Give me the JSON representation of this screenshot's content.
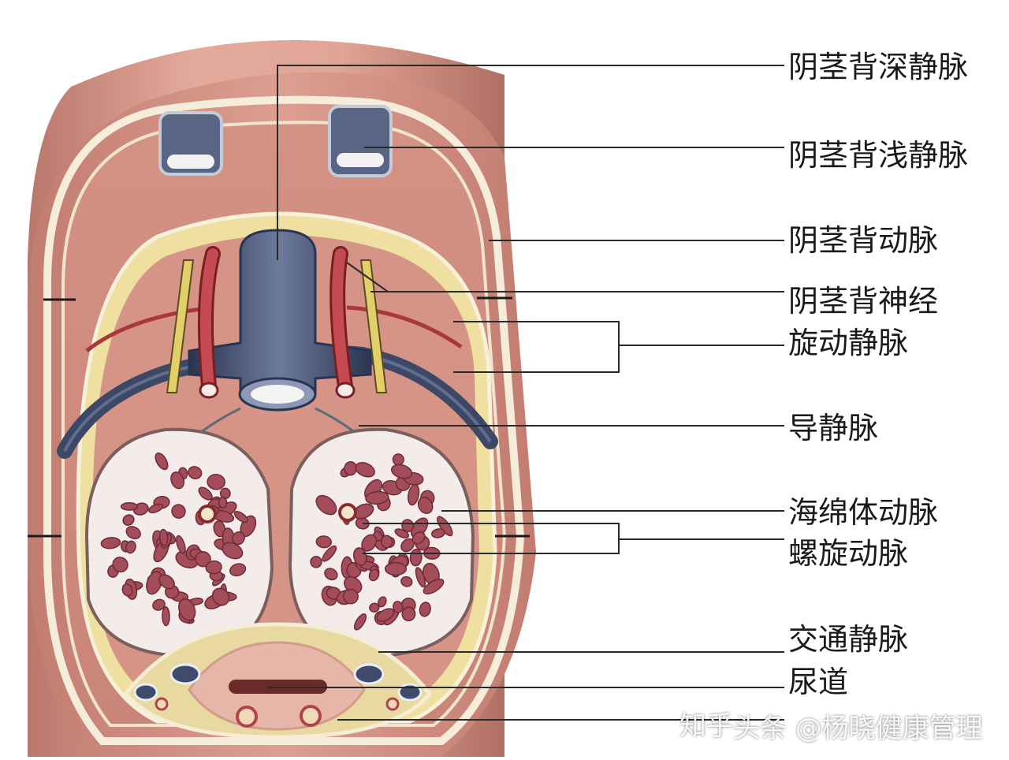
{
  "labels": {
    "deep_dorsal_vein": "阴茎背深静脉",
    "superficial_dorsal_vein": "阴茎背浅静脉",
    "dorsal_artery": "阴茎背动脉",
    "dorsal_nerve": "阴茎背神经",
    "circumflex_vein": "旋动静脉",
    "emissary_vein": "导静脉",
    "cavernous_artery": "海绵体动脉",
    "helicine_artery": "螺旋动脉",
    "communicating_vein": "交通静脉",
    "urethra": "尿道"
  },
  "watermarks": {
    "zhihu": "知乎",
    "toutiao": "头条 @杨晓健康管理"
  },
  "colors": {
    "skin": "#c9867a",
    "fascia_line": "#f3ead6",
    "yellow_fat": "#efe0a2",
    "vein_blue": "#3f4b6c",
    "artery_red": "#b8393f",
    "nerve_yellow": "#e2cf6a",
    "sinusoid": "#a34d5a"
  }
}
